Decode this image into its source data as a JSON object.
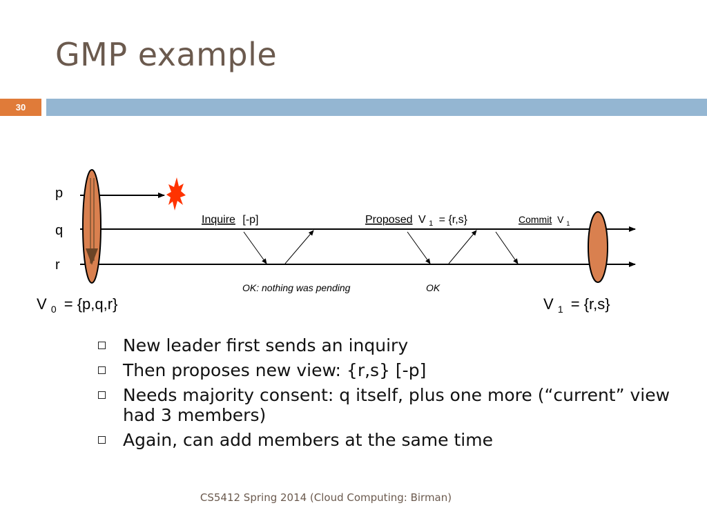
{
  "slide": {
    "title": "GMP example",
    "number": "30",
    "footer": "CS5412 Spring 2014 (Cloud Computing: Birman)"
  },
  "diagram": {
    "processes": [
      "p",
      "q",
      "r"
    ],
    "inquire_word": "Inquire",
    "inquire_rest": "[-p]",
    "proposed_word": "Proposed",
    "proposed_sym": "V",
    "proposed_sub": "1",
    "proposed_rest": "= {r,s}",
    "commit_word": "Commit",
    "commit_sym": "V",
    "commit_sub": "1",
    "ok_pending": "OK: nothing was pending",
    "ok": "OK",
    "view0_sym": "V",
    "view0_sub": "0",
    "view0_rest": "= {p,q,r}",
    "view1_sym": "V",
    "view1_sub": "1",
    "view1_rest": "= {r,s}",
    "colors": {
      "ellipse": "#d9804f",
      "crash": "#ff3300",
      "line": "#000000"
    }
  },
  "bullets": [
    "New leader first sends an inquiry",
    "Then proposes new view: {r,s} [-p]",
    "Needs majority consent: q itself, plus one more (“current” view had 3 members)",
    "Again, can add members at the same time"
  ]
}
